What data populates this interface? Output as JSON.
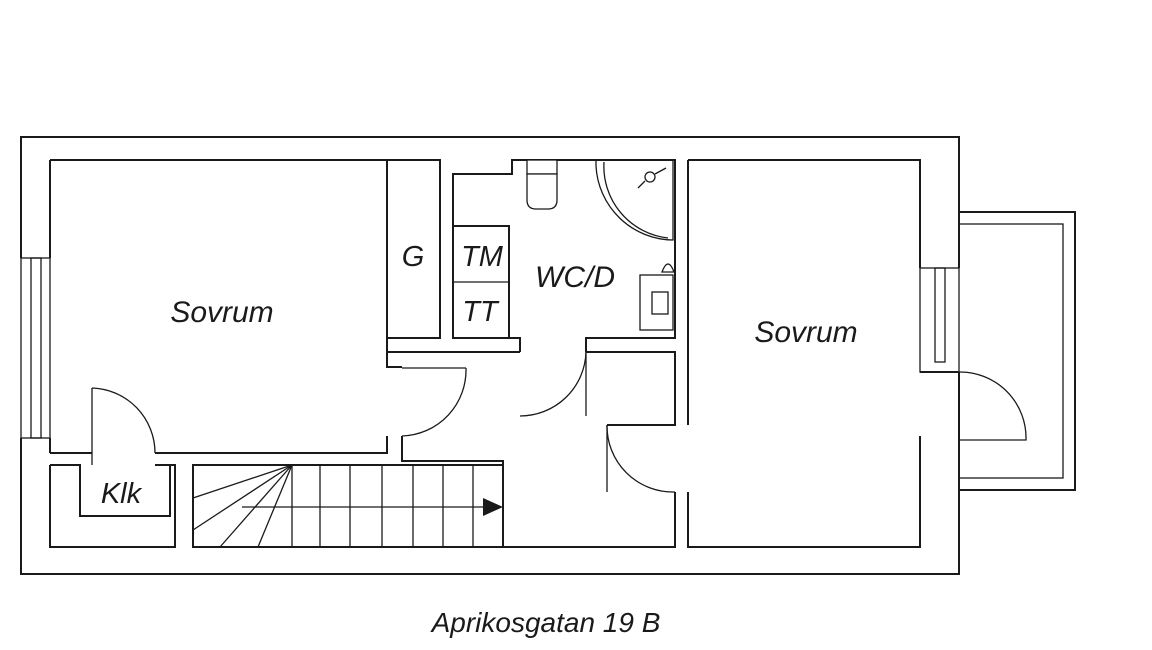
{
  "rooms": {
    "bedroom_left": "Sovrum",
    "bedroom_right": "Sovrum",
    "wardrobe": "G",
    "washer": "TM",
    "dryer": "TT",
    "bathroom": "WC/D",
    "closet": "Klk"
  },
  "caption": "Aprikosgatan 19 B",
  "colors": {
    "line": "#1a1a1a",
    "background": "#ffffff"
  }
}
